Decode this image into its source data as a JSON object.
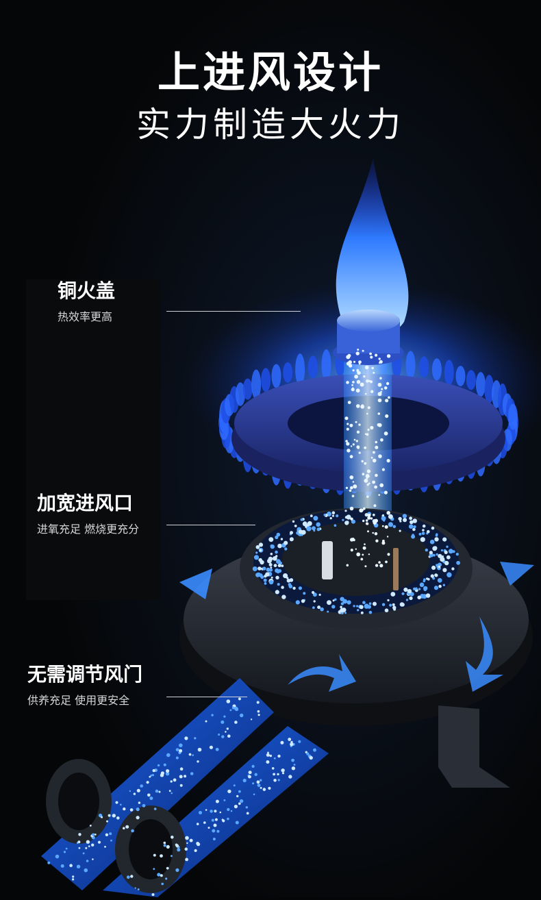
{
  "header": {
    "title": "上进风设计",
    "subtitle": "实力制造大火力"
  },
  "features": [
    {
      "title": "铜火盖",
      "subtitle": "热效率更高"
    },
    {
      "title": "加宽进风口",
      "subtitle": "进氧充足 燃烧更充分"
    },
    {
      "title": "无需调节风门",
      "subtitle": "供养充足 使用更安全"
    }
  ],
  "colors": {
    "background": "#050607",
    "flame": "#1f6bff",
    "flame_core": "#9fd4ff",
    "burner": "#2a2e36",
    "text": "#ffffff"
  }
}
